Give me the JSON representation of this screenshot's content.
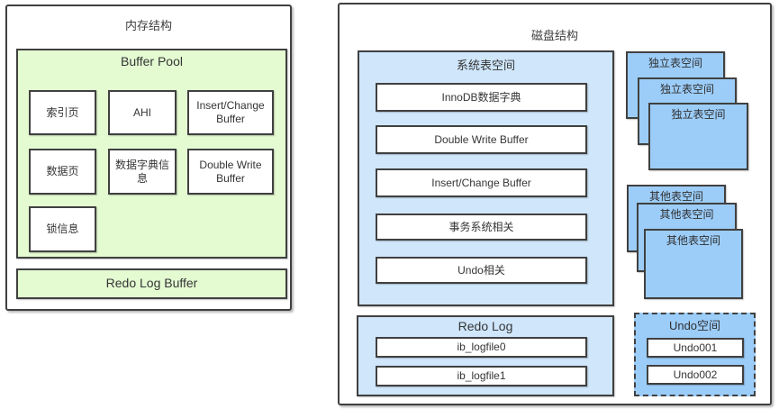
{
  "colors": {
    "green_fill": "#e4fbd2",
    "light_blue_fill": "#cfe6fb",
    "blue_fill": "#9ccdf9",
    "border": "#404040"
  },
  "memory": {
    "title": "内存结构",
    "buffer_pool": {
      "label": "Buffer Pool",
      "cells": [
        "索引页",
        "AHI",
        "Insert/Change Buffer",
        "数据页",
        "数据字典信息",
        "Double Write Buffer",
        "锁信息"
      ]
    },
    "redo_log_buffer": {
      "label": "Redo Log Buffer"
    }
  },
  "disk": {
    "title": "磁盘结构",
    "system_tablespace": {
      "label": "系统表空间",
      "rows": [
        "InnoDB数据字典",
        "Double Write Buffer",
        "Insert/Change Buffer",
        "事务系统相关",
        "Undo相关"
      ]
    },
    "redo_log": {
      "label": "Redo Log",
      "rows": [
        "ib_logfile0",
        "ib_logfile1"
      ]
    },
    "file_per_table_stack": [
      "独立表空间",
      "独立表空间",
      "独立表空间"
    ],
    "other_tablespace_stack": [
      "其他表空间",
      "其他表空间",
      "其他表空间"
    ],
    "undo_space": {
      "label": "Undo空间",
      "rows": [
        "Undo001",
        "Undo002"
      ]
    }
  }
}
